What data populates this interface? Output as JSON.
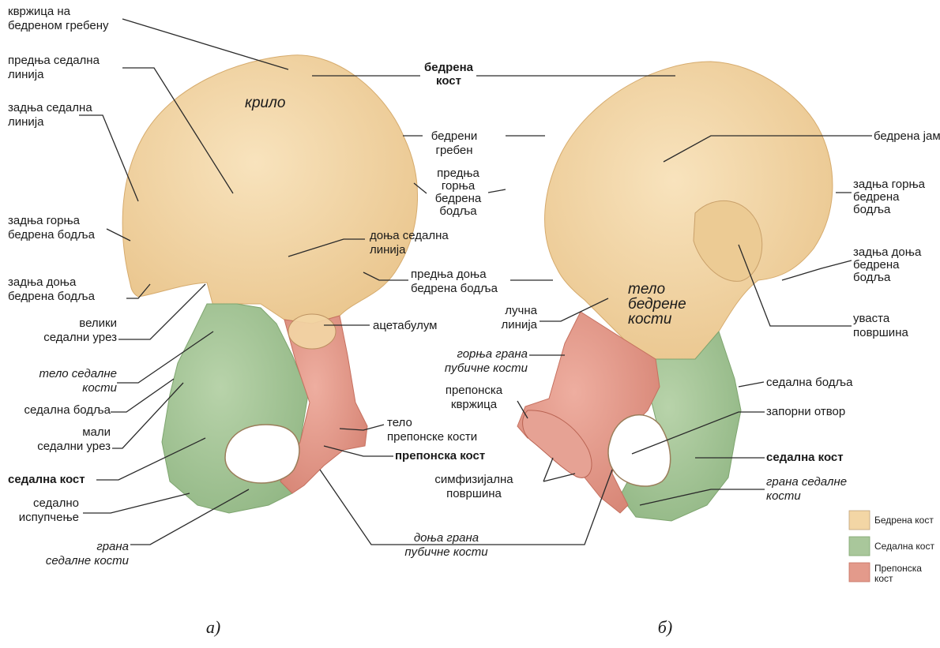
{
  "colors": {
    "ilium": "#f3d6a5",
    "ischium": "#a9c79b",
    "pubis": "#e39a8b"
  },
  "labels": {
    "krvzhica": [
      "квржица на",
      "бедреном гребену"
    ],
    "prednja_sedalna": [
      "предња седална",
      "линија"
    ],
    "zadnja_sedalna": [
      "задња седална",
      "линија"
    ],
    "zadnja_gornja_a": [
      "задња горња",
      "бедрена бодља"
    ],
    "zadnja_donja_a": [
      "задња доња",
      "бедрена бодља"
    ],
    "veliki_urez": [
      "велики",
      "седални урез"
    ],
    "telo_sedalne": [
      "тело седалне",
      "кости"
    ],
    "sedalna_bodlja_a": "седална бодља",
    "mali_urez": [
      "мали",
      "седални урез"
    ],
    "sedalna_kost_a": "седална кост",
    "sedalno_ispupcenje": [
      "седално",
      "испупчење"
    ],
    "grana_sedalne_a": [
      "грана",
      "седалне кости"
    ],
    "krilo": "крило",
    "bedrena_kost": [
      "бедрена",
      "кост"
    ],
    "bedreni_greben": [
      "бедрени",
      "гребен"
    ],
    "prednja_gornja": [
      "предња",
      "горња",
      "бедрена",
      "бодља"
    ],
    "donja_sedalna": [
      "доња седална",
      "линија"
    ],
    "prednja_donja": [
      "предња доња",
      "бедрена бодља"
    ],
    "acetabulum": "ацетабулум",
    "telo_preponske": [
      "тело",
      "препонске кости"
    ],
    "preponska_kost": "препонска кост",
    "donja_grana_pub": [
      "доња грана",
      "пубичне кости"
    ],
    "lucna_linija": [
      "лучна",
      "линија"
    ],
    "gornja_grana_pub": [
      "горња грана",
      "пубичне кости"
    ],
    "preponska_krvzhica": [
      "препонска",
      "квржица"
    ],
    "simfizijalna": [
      "симфизијална",
      "површина"
    ],
    "telo_bedrene": [
      "тело",
      "бедрене",
      "кости"
    ],
    "bedrena_jama": "бедрена јама",
    "zadnja_gornja_b": [
      "задња горња",
      "бедрена",
      "бодља"
    ],
    "zadnja_donja_b": [
      "задња доња",
      "бедрена",
      "бодља"
    ],
    "uvasta": [
      "уваста",
      "површина"
    ],
    "sedalna_bodlja_b": "седална бодља",
    "zaporni_otvor": "запорни отвор",
    "sedalna_kost_b": "седална кост",
    "grana_sedalne_b": [
      "грана седалне",
      "кости"
    ]
  },
  "panels": {
    "a": "а)",
    "b": "б)"
  },
  "legend": [
    {
      "label": [
        "Бедрена кост"
      ],
      "color": "#f3d6a5"
    },
    {
      "label": [
        "Седална кост"
      ],
      "color": "#a9c79b"
    },
    {
      "label": [
        "Препонска",
        "кост"
      ],
      "color": "#e39a8b"
    }
  ]
}
